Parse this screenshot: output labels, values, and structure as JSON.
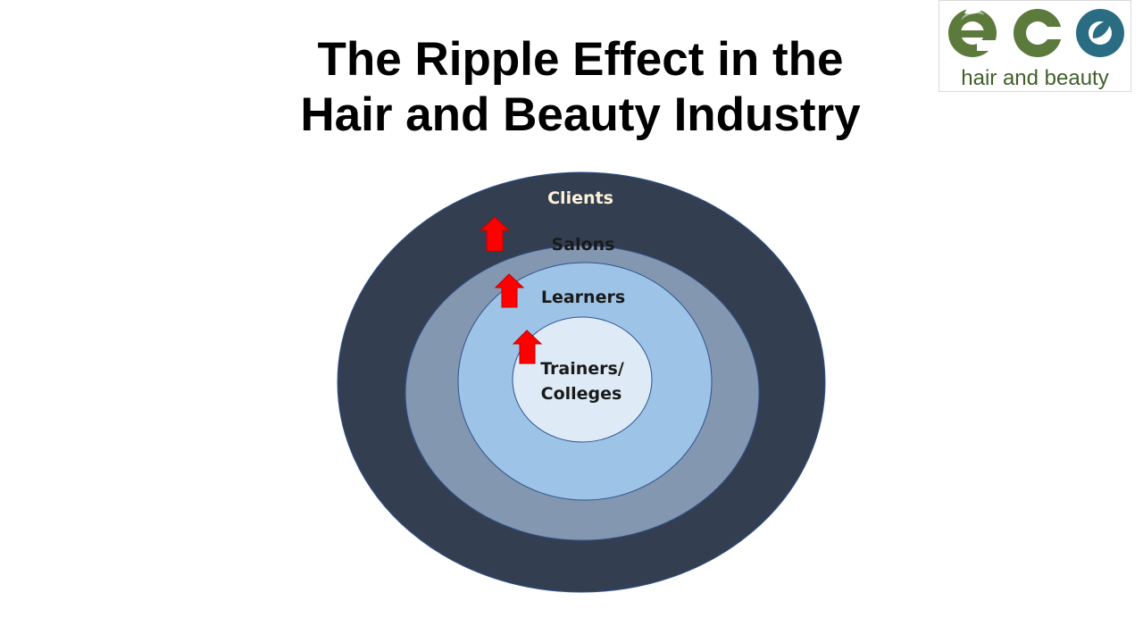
{
  "slide": {
    "title_line1": "The Ripple Effect in the",
    "title_line2": "Hair and Beauty Industry"
  },
  "logo": {
    "wordmark": "eco",
    "tagline": "hair and beauty",
    "colors": {
      "green": "#5b7a3c",
      "blue": "#2a6d83",
      "tagline": "#3f5f2a"
    }
  },
  "diagram": {
    "rings": [
      {
        "label": "Clients",
        "color": "#333f50",
        "label_color": "#fdf2d9"
      },
      {
        "label": "Salons",
        "color": "#8497b0",
        "label_color": "#1a1a1a"
      },
      {
        "label": "Learners",
        "color": "#9dc3e6",
        "label_color": "#1a1a1a"
      },
      {
        "label_line1": "Trainers/",
        "label_line2": "Colleges",
        "color": "#deebf7",
        "label_color": "#1a1a1a"
      }
    ],
    "arrow_color": "#ff0000",
    "arrow_direction": "up",
    "arrow_count": 3
  }
}
